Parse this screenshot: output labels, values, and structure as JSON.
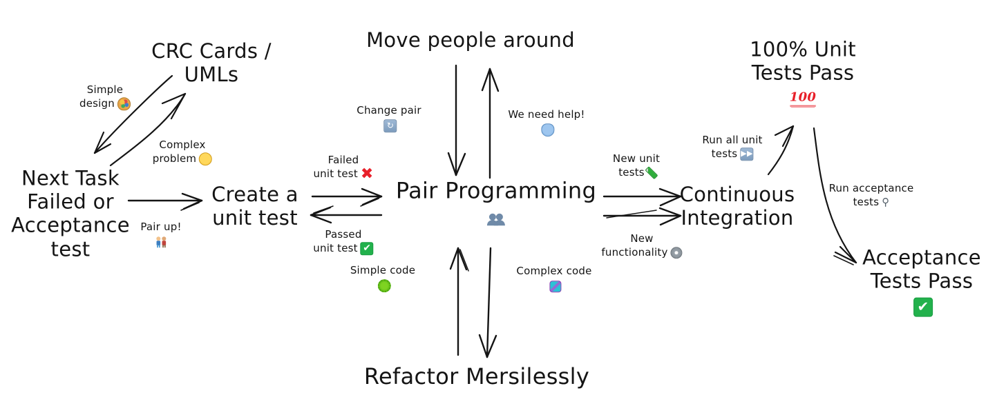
{
  "diagram": {
    "title": "Extreme Programming (XP) process flow",
    "background": "#ffffff",
    "ink": "#141414",
    "accent_red": "#e8202a",
    "accent_green": "#22b14c",
    "accent_blue": "#7d9cbd"
  },
  "nodes": [
    {
      "id": "next-task",
      "lines": [
        "Next Task",
        "Failed or",
        "Acceptance",
        "test"
      ],
      "emoji": ""
    },
    {
      "id": "crc-cards",
      "lines": [
        "CRC Cards /",
        "UMLs"
      ],
      "emoji": ""
    },
    {
      "id": "create-unit-test",
      "lines": [
        "Create a",
        "unit test"
      ],
      "emoji": ""
    },
    {
      "id": "move-people-around",
      "lines": [
        "Move people around"
      ],
      "emoji": ""
    },
    {
      "id": "pair-programming",
      "lines": [
        "Pair Programming"
      ],
      "emoji": "busts-in-silhouette"
    },
    {
      "id": "refactor-mersilessly",
      "lines": [
        "Refactor Mersilessly"
      ],
      "emoji": ""
    },
    {
      "id": "continuous-integration",
      "lines": [
        "Continuous",
        "Integration"
      ],
      "emoji": ""
    },
    {
      "id": "unit-tests-pass",
      "lines": [
        "100% Unit",
        "Tests Pass"
      ],
      "emoji": "hundred-points"
    },
    {
      "id": "acceptance-tests-pass",
      "lines": [
        "Acceptance",
        "Tests Pass"
      ],
      "emoji": "white-check-mark"
    }
  ],
  "labels": [
    {
      "id": "simple-design",
      "lines": [
        "Simple",
        "design"
      ],
      "emoji": "artist-palette"
    },
    {
      "id": "complex-problem",
      "lines": [
        "Complex",
        "problem"
      ],
      "emoji": "thinking-face"
    },
    {
      "id": "pair-up",
      "lines": [
        "Pair up!"
      ],
      "emoji": "two-people-holding-hands"
    },
    {
      "id": "change-pair",
      "lines": [
        "Change pair"
      ],
      "emoji": "repeat-button"
    },
    {
      "id": "we-need-help",
      "lines": [
        "We need help!"
      ],
      "emoji": "screaming-face"
    },
    {
      "id": "failed-unit-test",
      "lines": [
        "Failed",
        "unit test"
      ],
      "emoji": "cross-mark"
    },
    {
      "id": "passed-unit-test",
      "lines": [
        "Passed",
        "unit test"
      ],
      "emoji": "white-check-mark"
    },
    {
      "id": "simple-code",
      "lines": [
        "Simple code"
      ],
      "emoji": "microbe"
    },
    {
      "id": "complex-code",
      "lines": [
        "Complex code"
      ],
      "emoji": "dna"
    },
    {
      "id": "new-unit-tests",
      "lines": [
        "New unit",
        "tests"
      ],
      "emoji": "green-pen"
    },
    {
      "id": "new-functionality",
      "lines": [
        "New",
        "functionality"
      ],
      "emoji": "gear"
    },
    {
      "id": "run-all-unit-tests",
      "lines": [
        "Run all unit",
        "tests"
      ],
      "emoji": "fast-forward-button"
    },
    {
      "id": "run-acceptance-tests",
      "lines": [
        "Run acceptance",
        "tests"
      ],
      "emoji": "magnifying-glass"
    }
  ],
  "emoji_glyphs": {
    "busts-in-silhouette": "👥",
    "hundred-points": "100",
    "white-check-mark": "✔",
    "artist-palette": "🎨",
    "thinking-face": "🤔",
    "two-people-holding-hands": "👫",
    "repeat-button": "↻",
    "screaming-face": "😱",
    "cross-mark": "✖",
    "microbe": "🦠",
    "dna": "🧬",
    "green-pen": "🖊",
    "gear": "⚙",
    "fast-forward-button": "▶▶",
    "magnifying-glass": "🔍"
  },
  "connections": [
    {
      "id": "next-task-to-crc",
      "label_id": "simple-design",
      "direction": "down-left"
    },
    {
      "id": "crc-to-next-task",
      "label_id": "complex-problem",
      "direction": "up-right"
    },
    {
      "id": "next-task-to-create-test",
      "label_id": "pair-up",
      "direction": "right"
    },
    {
      "id": "create-test-to-pair",
      "label_id": "failed-unit-test",
      "direction": "right"
    },
    {
      "id": "pair-to-create-test",
      "label_id": "passed-unit-test",
      "direction": "left"
    },
    {
      "id": "pair-to-move-people",
      "label_id": "change-pair",
      "direction": "down"
    },
    {
      "id": "move-people-to-pair",
      "label_id": "we-need-help",
      "direction": "up"
    },
    {
      "id": "refactor-to-pair",
      "label_id": "simple-code",
      "direction": "up"
    },
    {
      "id": "pair-to-refactor",
      "label_id": "complex-code",
      "direction": "down"
    },
    {
      "id": "pair-to-ci-tests",
      "label_id": "new-unit-tests",
      "direction": "right"
    },
    {
      "id": "pair-to-ci-functionality",
      "label_id": "new-functionality",
      "direction": "right"
    },
    {
      "id": "ci-to-unit-tests-pass",
      "label_id": "run-all-unit-tests",
      "direction": "up-right"
    },
    {
      "id": "unit-tests-pass-to-acceptance",
      "label_id": "run-acceptance-tests",
      "direction": "down-right"
    }
  ]
}
